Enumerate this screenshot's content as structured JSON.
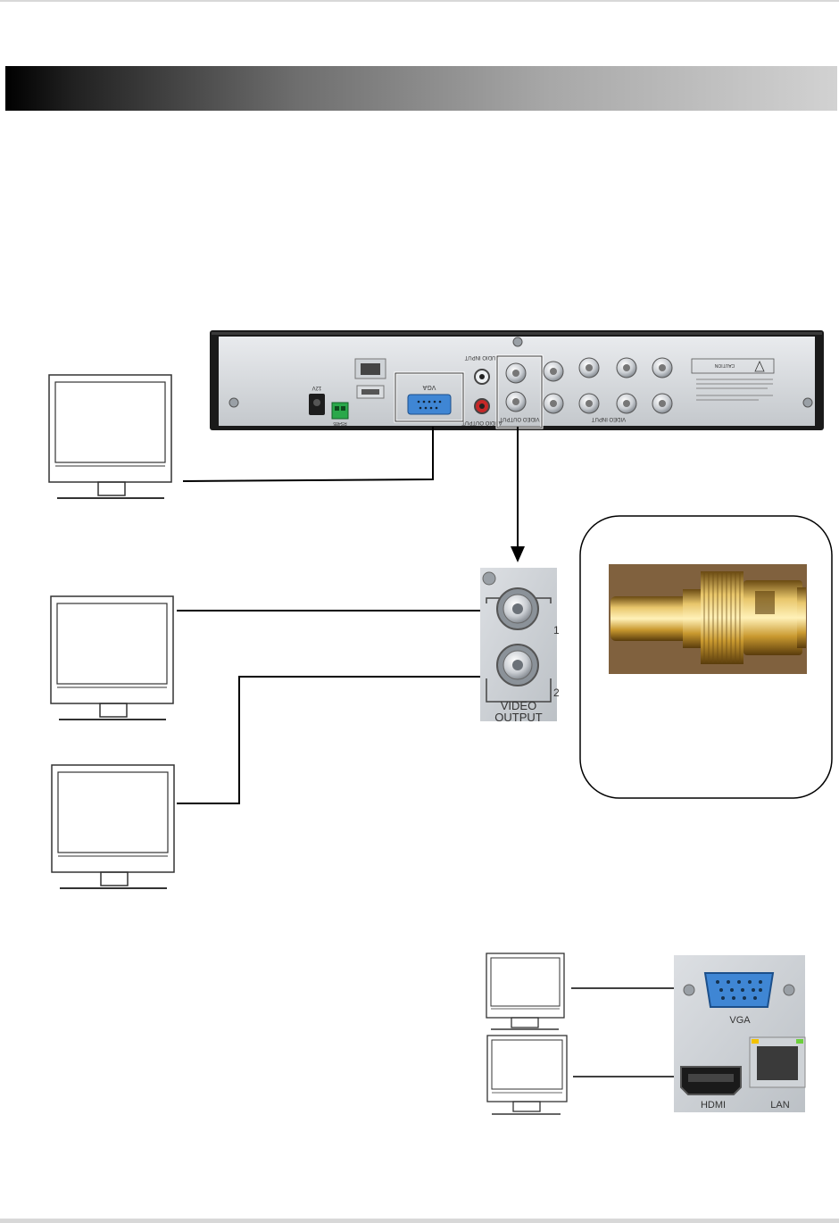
{
  "dvr_panel": {
    "vga_port_label": "VGA",
    "audio_input_label": "AUDIO INPUT",
    "audio_output_label": "AUDIO OUTPUT",
    "video_output_label": "VIDEO OUTPUT",
    "video_input_label": "VIDEO INPUT",
    "caution_label": "CAUTION",
    "power_label": "12V",
    "rs485_label": "RS485"
  },
  "video_output_closeup": {
    "output_1_number": "1",
    "output_2_number": "2",
    "label_line1": "VIDEO",
    "label_line2": "OUTPUT"
  },
  "port_closeup": {
    "vga_label": "VGA",
    "hdmi_label": "HDMI",
    "lan_label": "LAN"
  },
  "colors": {
    "header_start": "#000000",
    "header_end": "#d2d2d2",
    "vga_blue": "#3f86d4",
    "terminal_green": "#2aa84a"
  }
}
